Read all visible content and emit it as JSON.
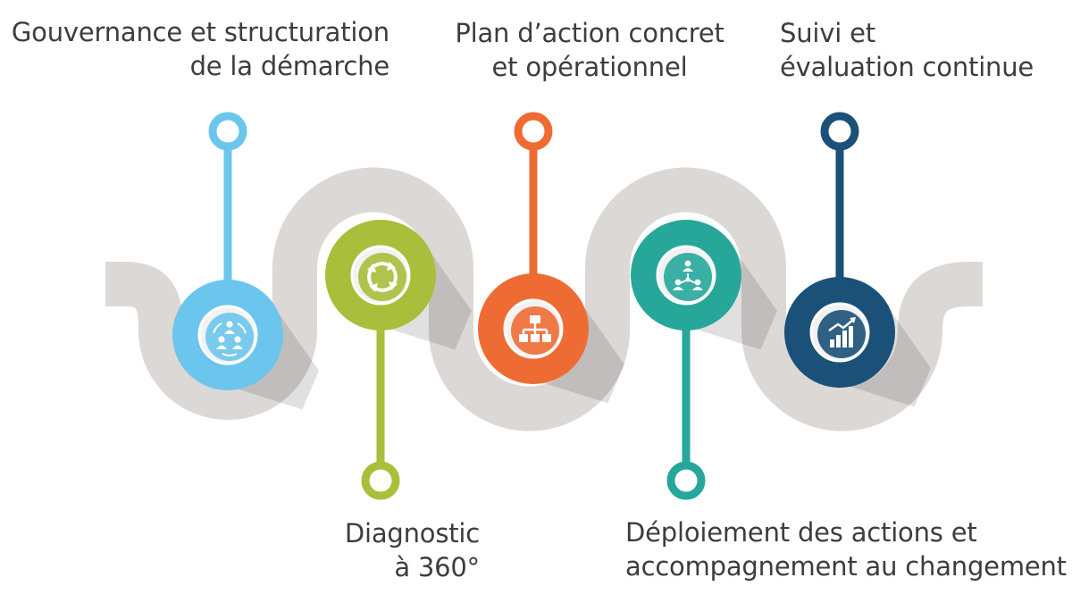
{
  "steps": [
    {
      "id": "gouvernance",
      "lines": [
        "Gouvernance et structuration",
        "de la démarche"
      ],
      "color": "#6cc5ec",
      "icon": "team-cycle-icon",
      "position": "top"
    },
    {
      "id": "diagnostic",
      "lines": [
        "Diagnostic",
        "à 360°"
      ],
      "color": "#a9be3a",
      "icon": "refresh-cycle-icon",
      "position": "bottom"
    },
    {
      "id": "plan",
      "lines": [
        "Plan d’action concret",
        "et opérationnel"
      ],
      "color": "#ee6c34",
      "icon": "org-chart-icon",
      "position": "top"
    },
    {
      "id": "deploiement",
      "lines": [
        "Déploiement des actions et",
        "accompagnement au changement"
      ],
      "color": "#26a79a",
      "icon": "network-people-icon",
      "position": "bottom"
    },
    {
      "id": "suivi",
      "lines": [
        "Suivi et",
        "évaluation continue"
      ],
      "color": "#1b5178",
      "icon": "growth-chart-icon",
      "position": "top"
    }
  ],
  "road_color": "#dcd8d6",
  "shadow_color": "#000000"
}
